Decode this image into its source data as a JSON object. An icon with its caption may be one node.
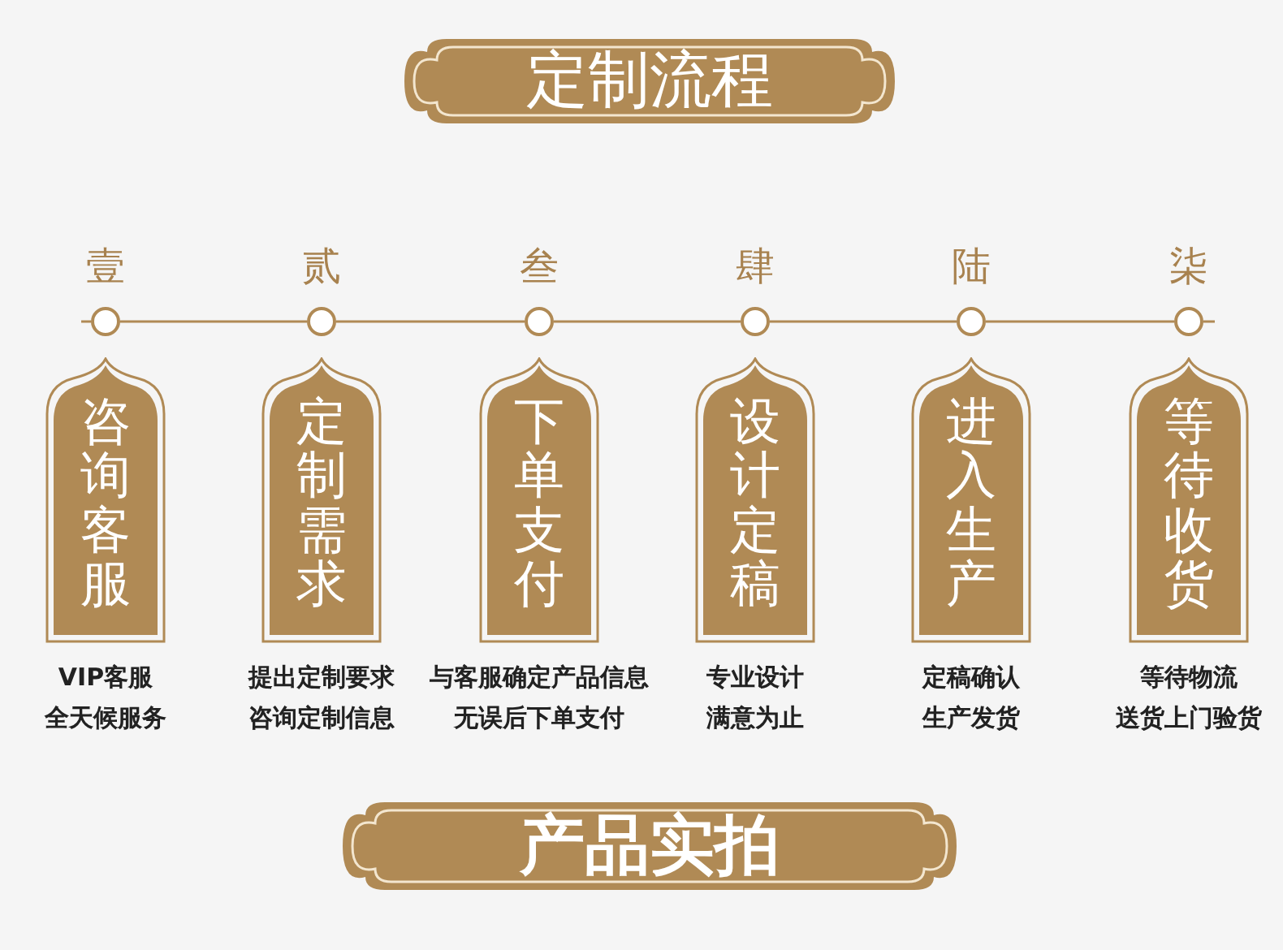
{
  "diagram": {
    "nodes": [
      {
        "text": [
          "定制流程"
        ]
      },
      {
        "text": [],
        "shape": "circle",
        "beside": [
          "壹"
        ]
      },
      {
        "text": [],
        "shape": "circle",
        "beside": [
          "贰"
        ]
      },
      {
        "text": [],
        "shape": "circle",
        "beside": [
          "叁"
        ]
      },
      {
        "text": [],
        "shape": "circle",
        "beside": [
          "肆"
        ]
      },
      {
        "text": [],
        "shape": "circle",
        "beside": [
          "陆"
        ]
      },
      {
        "text": [],
        "shape": "circle",
        "beside": [
          "柒"
        ]
      },
      {
        "text": [
          "咨询客服"
        ],
        "beside": [
          "VIP客服",
          "全天候服务"
        ]
      },
      {
        "text": [
          "定制需求"
        ],
        "beside": [
          "提出定制要求",
          "咨询定制信息"
        ]
      },
      {
        "text": [
          "下单支付"
        ],
        "beside": [
          "与客服确定产品信息",
          "无误后下单支付"
        ]
      },
      {
        "text": [
          "设计定稿"
        ],
        "beside": [
          "专业设计",
          "满意为止"
        ]
      },
      {
        "text": [
          "进入生产"
        ],
        "beside": [
          "定稿确认",
          "生产发货"
        ]
      },
      {
        "text": [
          "等待收货"
        ],
        "beside": [
          "等待物流",
          "送货上门验货"
        ]
      },
      {
        "text": [
          "产品实拍"
        ]
      }
    ],
    "edges": [
      {
        "from": 1,
        "to": 2,
        "arrow": "none"
      },
      {
        "from": 2,
        "to": 3,
        "arrow": "none"
      },
      {
        "from": 3,
        "to": 4,
        "arrow": "none"
      },
      {
        "from": 4,
        "to": 5,
        "arrow": "none"
      },
      {
        "from": 5,
        "to": 6,
        "arrow": "none"
      }
    ]
  }
}
